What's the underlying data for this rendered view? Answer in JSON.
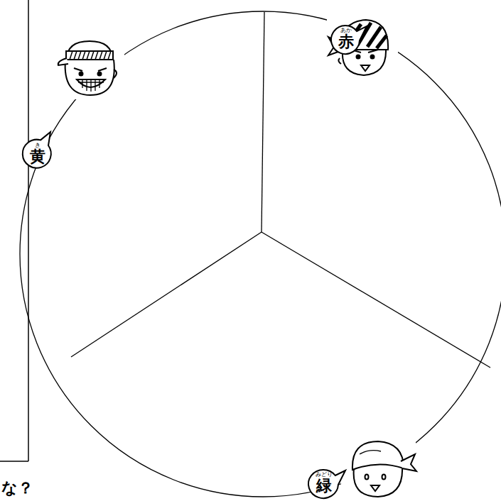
{
  "diagram": {
    "nodes": [
      {
        "text": [
          "あか",
          "赤"
        ]
      },
      {
        "text": [
          "き",
          "黄"
        ]
      },
      {
        "text": [
          "みどり",
          "緑"
        ]
      }
    ],
    "labels": [
      "な？"
    ]
  }
}
